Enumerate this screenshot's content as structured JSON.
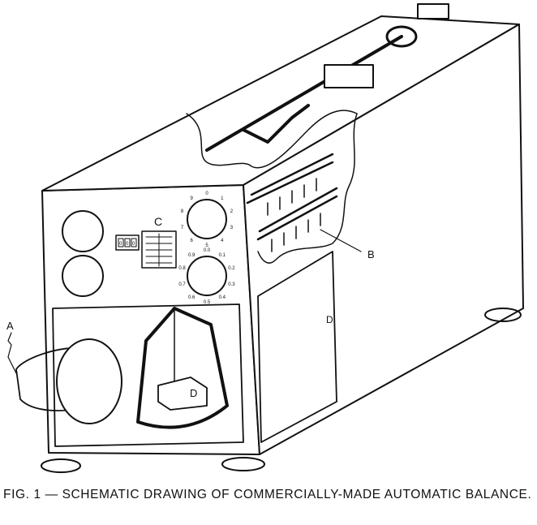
{
  "figure": {
    "labels": {
      "a": "A",
      "b": "B",
      "c": "C",
      "d_pan": "D",
      "d_door": "D"
    },
    "upper_dial_marks": [
      "0",
      "1",
      "2",
      "3",
      "4",
      "5",
      "6",
      "7",
      "8",
      "9"
    ],
    "lower_dial_marks": [
      "0.0",
      "0.1",
      "0.2",
      "0.3",
      "0.4",
      "0.5",
      "0.6",
      "0.7",
      "0.8",
      "0.9"
    ],
    "counter_digits": [
      "0",
      "0",
      "0"
    ]
  },
  "caption": "FIG. 1 — SCHEMATIC DRAWING OF COMMERCIALLY-MADE AUTOMATIC BALANCE."
}
